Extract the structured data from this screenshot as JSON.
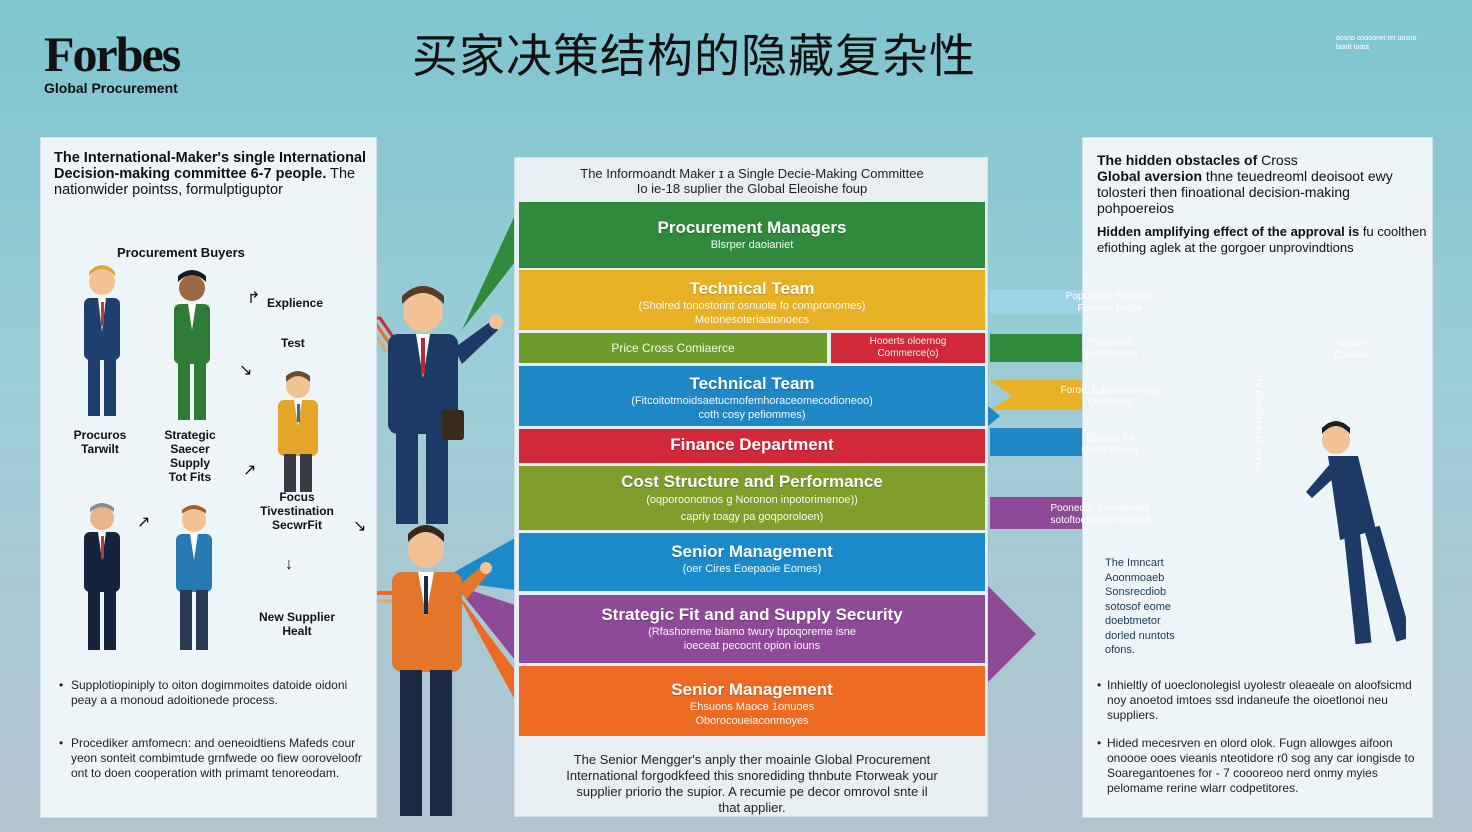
{
  "header": {
    "brand": "Forbes",
    "brand_sub": "Global Procurement",
    "title": "买家决策结构的隐藏复杂性",
    "corner_note": "ɑosnɒ ɒɔɑoɑnet tet ɑosnɒ bɑɑtt tɑɑɑt"
  },
  "left": {
    "heading_bold": "The International-Maker's single International Decision-making committee 6-7 people.",
    "heading_rest": " The nationwider pointss, formulptiguptor",
    "section_title": "Procurement Buyers",
    "labels": {
      "explience": "Explience",
      "test": "Test",
      "procuros": "Procuros\nTarwilt",
      "strategic": "Strategic\nSaecer\nSupply\nTot Fits",
      "focus": "Focus\nTivestination\nSecwrFit",
      "new_supplier": "New Supplier\nHealt"
    },
    "bullets": [
      "Supplotiopiniply to oiton dogimmoites datoide oidoni peay a a monoud adoitionede process.",
      "Procediker amfomecn: and oeneoidtiens Mafeds cour yeon sonteit combimtude grnfwede oo fiew ooroveloofr ont to doen cooperation with primamt tenoreodam."
    ]
  },
  "center": {
    "header": "The Informoandt Maker ɪ a Single Decie-Making Committee\nIo ie-18 suplier the Global Eleoishe foup",
    "bands": [
      {
        "title": "Procurement Managers",
        "sub": "Blsrper daoianiet"
      },
      {
        "title": "Technical Team",
        "sub": "(Sholred tonostorint osnuote fo compronomes)\nMetonesoteriaatonoecs"
      },
      {
        "title": "Technical Team",
        "sub": "(Fitcoitotmoidsaetucmofemhoraceomecodioneoo)\ncoth cosy pefiommes)"
      },
      {
        "title": "Finance Department",
        "sub": ""
      },
      {
        "title": "Cost Structure and Performance",
        "sub": "(oqporoonotnos g Noronon inpotorimenoe))\ncapriy toagy pa goqporoloen)"
      },
      {
        "title": "Senior Management",
        "sub": "(oer Cires Eoepaoie Eomes)"
      },
      {
        "title": "Strategic Fit and and Supply Security",
        "sub": "(Rfashoreme biamo twury bpoqoreme isne\nioeceat pecocnt opion iouns"
      },
      {
        "title": "Senior Management",
        "sub": "Ehsuons Maoce 1onuoes\nOborocoueiaconmoyes"
      }
    ],
    "split_left": "Price Cross Comiaerce",
    "split_right": "Hooerts oloernog\nCommerce(o)",
    "footer": "The Senior Mengger's anply ther moainle Global Procurement\nInternational forgodkfeed this snorediding thnbute Ftorweak your\nsupplier priorio the supior. A recumie pe decor omrovol snte il\nthat applier."
  },
  "right": {
    "heading_bold": "The hidden obstacles of",
    "heading_rest1": " Cross",
    "heading_bold2": "Global aversion",
    "heading_rest2": " thne teuedreoml deoisoot ewy tolosteri then finoational decision-making pohpoereios",
    "sub_bold": "Hidden amplifying effect of the approval is",
    "sub_rest": " fu coolthen efiothing aglek at the gorgoer unprovindtions",
    "arrows": [
      {
        "text": "Poposocor Noaoote\nFaosion Ioieos"
      },
      {
        "text": "Proborcrs\nBoceneoons"
      },
      {
        "text": "Fororc Edotfirearvoleg\nOoosooor"
      },
      {
        "text": "Eecaoo Fit\nCoooreosost"
      },
      {
        "text": "Pooneoer Soamboiets\nsotoftoeecmte foorsod"
      },
      {
        "text": "Sraon\nCooeos"
      }
    ],
    "pillar_text": "MAN WIBHSSOTAIL",
    "side_text": "The Imncart\nAoonmoaeb\nSonsrecdiob\nsotosof eome\ndoebtmetor\ndorled nuntots\nofons.",
    "bullets": [
      "Inhieltly of uoeclonolegisl uyolestr oleaeale on aloofsicmd noy anoetod imtoes ssd indaneufe the oioetlonoi neu suppliers.",
      "Hided mecesrven en olord olok. Fugn allowges aifoon onoooe ooes vieanis nteotidore r0 sog any car iongisde to Soaregantoenes for - 7 coooreoo nerd onmy myies pelomame rerine wlarr codpetitores."
    ]
  },
  "colors": {
    "green": "#2f8a3c",
    "yellow": "#e8b125",
    "olive": "#6d9c2c",
    "red": "#d1283a",
    "blue": "#1f87c6",
    "olive2": "#7f9d2a",
    "blue2": "#1a8acb",
    "purple": "#8d4a96",
    "orange": "#ed6a22",
    "lightblue": "#9fd3e8"
  }
}
